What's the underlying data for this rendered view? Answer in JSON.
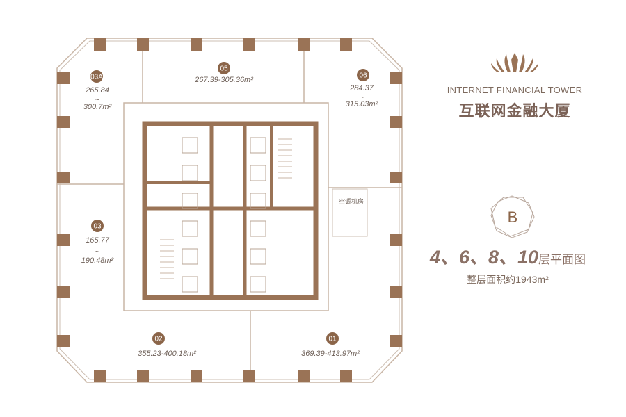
{
  "brand": {
    "name_en": "INTERNET FINANCIAL TOWER",
    "name_cn": "互联网金融大厦"
  },
  "building_badge": "B",
  "floors_title": {
    "numbers": "4、6、8、10",
    "suffix": "层平面图"
  },
  "total_area": "整层面积约1943m²",
  "room_label": "空调机房",
  "units": [
    {
      "id": "03A",
      "area_from": "265.84",
      "sep": "~",
      "area_to": "300.7m²"
    },
    {
      "id": "05",
      "area": "267.39-305.36m²"
    },
    {
      "id": "06",
      "area_from": "284.37",
      "sep": "~",
      "area_to": "315.03m²"
    },
    {
      "id": "03",
      "area_from": "165.77",
      "sep": "~",
      "area_to": "190.48m²"
    },
    {
      "id": "02",
      "area": "355.23-400.18m²"
    },
    {
      "id": "01",
      "area": "369.39-413.97m²"
    }
  ],
  "colors": {
    "accent": "#9a7356",
    "text": "#7d6a5e"
  }
}
